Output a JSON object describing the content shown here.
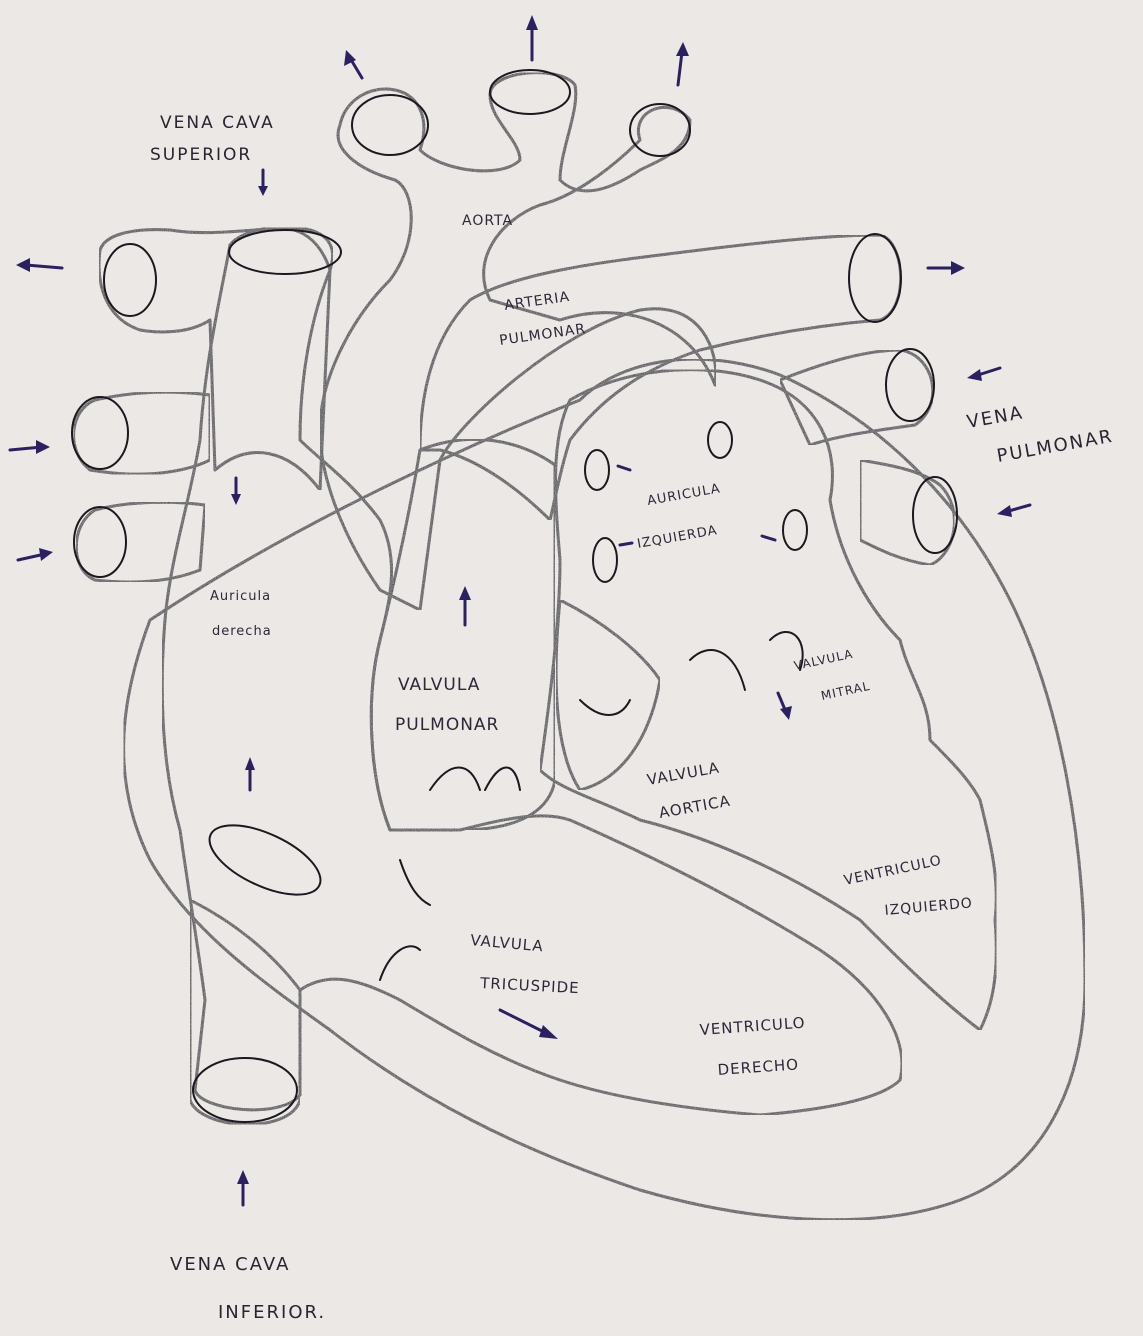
{
  "diagram": {
    "labels": {
      "vena_cava_superior_1": "VENA CAVA",
      "vena_cava_superior_2": "SUPERIOR",
      "aorta": "AORTA",
      "arteria_pulmonar_1": "ARTERIA",
      "arteria_pulmonar_2": "PULMONAR",
      "vena_pulmonar_1": "VENA",
      "vena_pulmonar_2": "PULMONAR",
      "auricula_derecha_1": "Auricula",
      "auricula_derecha_2": "derecha",
      "auricula_izquierda_1": "AURICULA",
      "auricula_izquierda_2": "IZQUIERDA",
      "valvula_pulmonar_1": "VALVULA",
      "valvula_pulmonar_2": "PULMONAR",
      "valvula_mitral_1": "VALVULA",
      "valvula_mitral_2": "MITRAL",
      "valvula_aortica_1": "VALVULA",
      "valvula_aortica_2": "AORTICA",
      "ventriculo_izquierdo_1": "VENTRICULO",
      "ventriculo_izquierdo_2": "IZQUIERDO",
      "valvula_tricuspide_1": "VALVULA",
      "valvula_tricuspide_2": "TRICUSPIDE",
      "ventriculo_derecho_1": "VENTRICULO",
      "ventriculo_derecho_2": "DERECHO",
      "vena_cava_inferior_1": "VENA CAVA",
      "vena_cava_inferior_2": "INFERIOR."
    },
    "colors": {
      "paper": "#ece8e6",
      "blue": "#3f6fb8",
      "blue_light": "#6f93cc",
      "red": "#d9542b",
      "red_light": "#e0704a",
      "pink": "#dc8a92",
      "pink_light": "#e8a8ae",
      "ink": "#1b1820",
      "arrow": "#2c2160"
    }
  }
}
